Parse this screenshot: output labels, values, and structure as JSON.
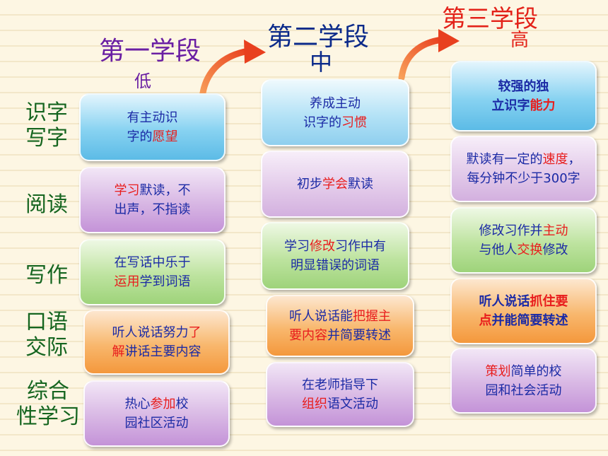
{
  "stages": [
    {
      "title": "第一学段",
      "level": "低"
    },
    {
      "title": "第二学段",
      "level": "中"
    },
    {
      "title": "第三学段",
      "level": "高"
    }
  ],
  "rows": [
    {
      "label_lines": [
        "识字",
        "写字"
      ]
    },
    {
      "label_lines": [
        "阅读"
      ]
    },
    {
      "label_lines": [
        "写作"
      ]
    },
    {
      "label_lines": [
        "口语",
        "交际"
      ]
    },
    {
      "label_lines": [
        "综合",
        "性学习"
      ]
    }
  ],
  "cards": {
    "s1": {
      "literacy": {
        "l1": "有主动识",
        "l2a": "字的",
        "l2b": "愿望"
      },
      "reading": {
        "l1a": "学习",
        "l1b": "默读，不",
        "l2": "出声，不指读"
      },
      "writing": {
        "l1": "在写话中乐于",
        "l2a": "运用",
        "l2b": "学到词语"
      },
      "oral": {
        "l1a": "听人说话努力",
        "l1b": "了",
        "l2a": "解",
        "l2b": "讲话主要内容"
      },
      "comp": {
        "l1a": "热心",
        "l1b": "参加",
        "l1c": "校",
        "l2": "园社区活动"
      }
    },
    "s2": {
      "literacy": {
        "l1": "养成主动",
        "l2a": "识字的",
        "l2b": "习惯"
      },
      "reading": {
        "l1a": "初步",
        "l1b": "学会",
        "l1c": "默读"
      },
      "writing": {
        "l1a": "学习",
        "l1b": "修改",
        "l1c": "习作中有",
        "l2": "明显错误的词语"
      },
      "oral": {
        "l1a": "听人说话能",
        "l1b": "把握主",
        "l2a": "要内容",
        "l2b": "并简要转述"
      },
      "comp": {
        "l1": "在老师指导下",
        "l2a": "组织",
        "l2b": "语文活动"
      }
    },
    "s3": {
      "literacy": {
        "l1": "较强的独",
        "l2a": "立识字",
        "l2b": "能力"
      },
      "reading": {
        "l1a": "默读有一定的",
        "l1b": "速度",
        "l1c": "，",
        "l2": "每分钟不少于300字"
      },
      "writing": {
        "l1a": "修改习作并",
        "l1b": "主动",
        "l2a": "与他人",
        "l2b": "交换",
        "l2c": "修改"
      },
      "oral": {
        "l1a": "听人说话",
        "l1b": "抓住要",
        "l2a": "点",
        "l2b": "并能简要转述"
      },
      "comp": {
        "l1a": "策划",
        "l1b": "简单的校",
        "l2": "园和社会活动"
      }
    }
  },
  "colors": {
    "stage1": "#6a1fa3",
    "stage2": "#0b2a8a",
    "stage3": "#e32219",
    "row_label": "#15651f",
    "card_text": "#1b2aa5",
    "emphasis": "#e81d1d",
    "arrow": "#f05a28"
  }
}
